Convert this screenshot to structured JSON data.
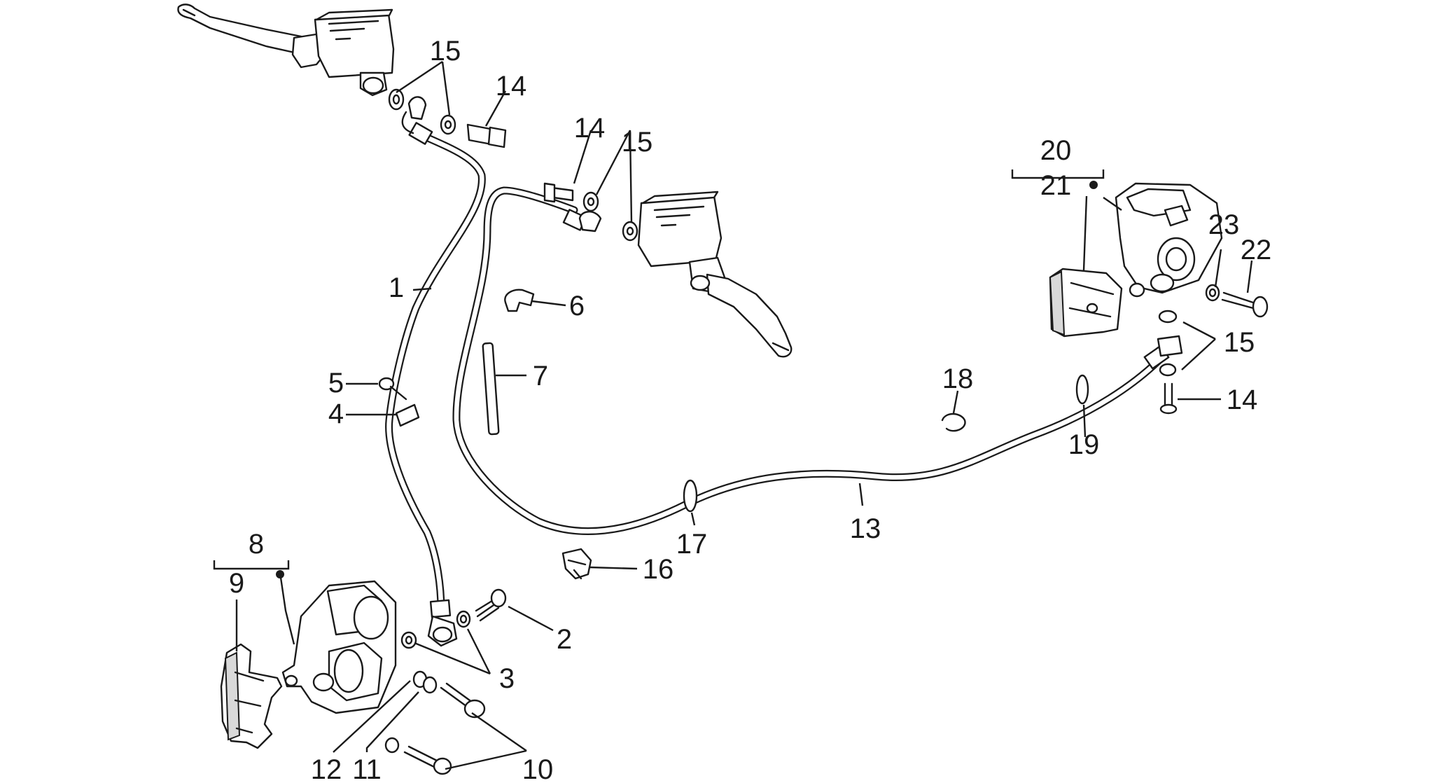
{
  "diagram": {
    "callouts": [
      {
        "id": "c1",
        "label": "1"
      },
      {
        "id": "c2",
        "label": "2"
      },
      {
        "id": "c3",
        "label": "3"
      },
      {
        "id": "c4",
        "label": "4"
      },
      {
        "id": "c5",
        "label": "5"
      },
      {
        "id": "c6",
        "label": "6"
      },
      {
        "id": "c7",
        "label": "7"
      },
      {
        "id": "c8",
        "label": "8"
      },
      {
        "id": "c9",
        "label": "9"
      },
      {
        "id": "c10",
        "label": "10"
      },
      {
        "id": "c11",
        "label": "11"
      },
      {
        "id": "c12",
        "label": "12"
      },
      {
        "id": "c13",
        "label": "13"
      },
      {
        "id": "c14a",
        "label": "14"
      },
      {
        "id": "c14b",
        "label": "14"
      },
      {
        "id": "c14c",
        "label": "14"
      },
      {
        "id": "c15a",
        "label": "15"
      },
      {
        "id": "c15b",
        "label": "15"
      },
      {
        "id": "c15c",
        "label": "15"
      },
      {
        "id": "c16",
        "label": "16"
      },
      {
        "id": "c17",
        "label": "17"
      },
      {
        "id": "c18",
        "label": "18"
      },
      {
        "id": "c19",
        "label": "19"
      },
      {
        "id": "c20",
        "label": "20"
      },
      {
        "id": "c21",
        "label": "21"
      },
      {
        "id": "c22",
        "label": "22"
      },
      {
        "id": "c23",
        "label": "23"
      }
    ]
  }
}
